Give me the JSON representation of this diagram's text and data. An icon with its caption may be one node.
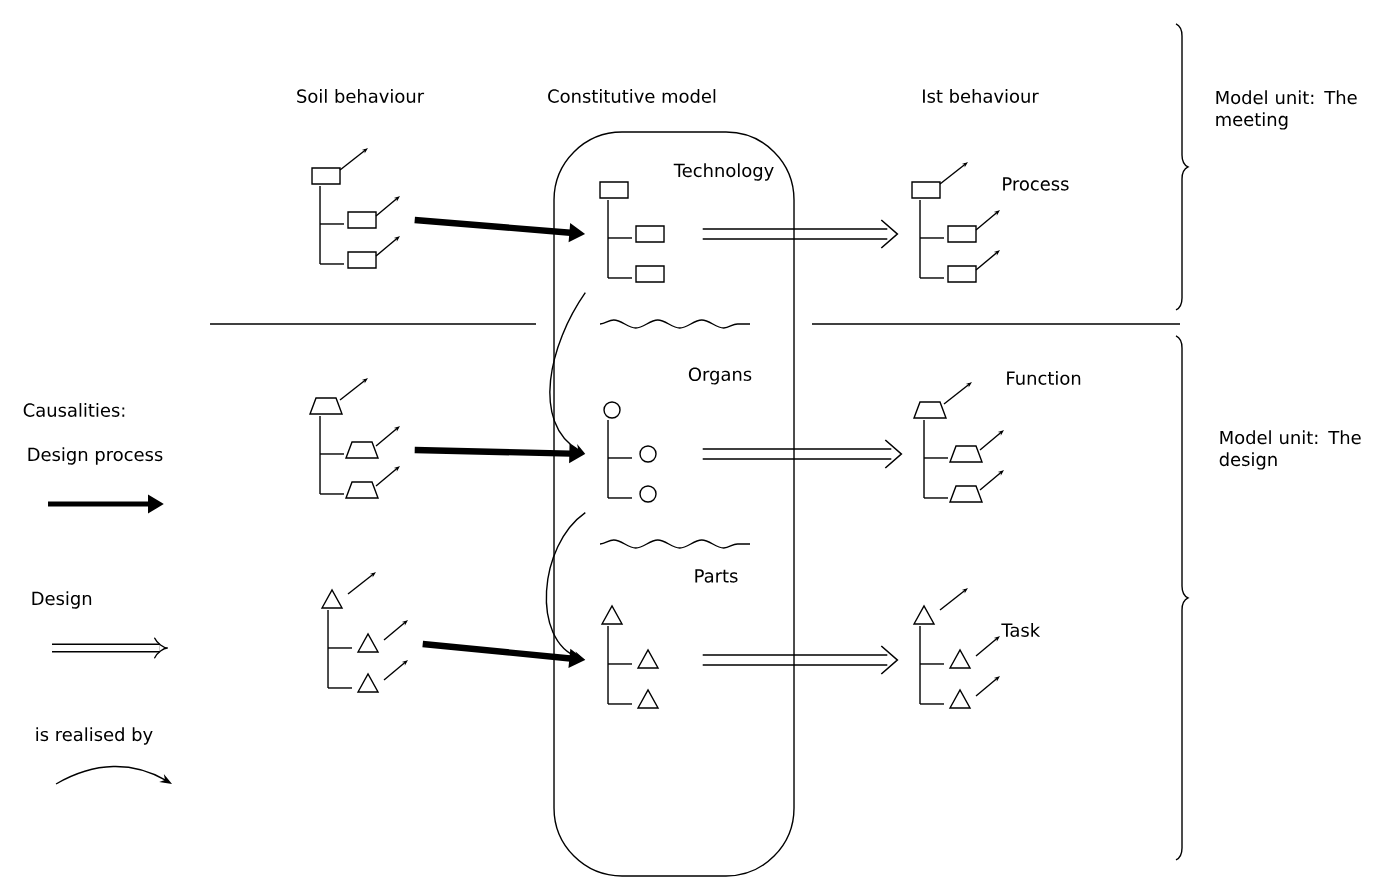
{
  "diagram": {
    "nodes": [
      {
        "text": [],
        "shape": "tree"
      },
      {
        "text": [],
        "shape": "tree"
      },
      {
        "text": [],
        "shape": "tree"
      },
      {
        "text": [
          "Constitutive model"
        ]
      },
      {
        "text": [
          "Technology"
        ],
        "in": 3
      },
      {
        "text": [
          "Organs"
        ],
        "in": 3
      },
      {
        "text": [
          "Parts"
        ],
        "in": 3
      },
      {
        "text": [],
        "shape": "tree",
        "beside": [
          "Process"
        ]
      },
      {
        "text": [],
        "shape": "tree",
        "beside": [
          "Function"
        ]
      },
      {
        "text": [],
        "shape": "tree",
        "beside": [
          "Task"
        ]
      }
    ],
    "edges": [
      {
        "from": 0,
        "to": 4,
        "arrow": "to",
        "style": "thick"
      },
      {
        "from": 1,
        "to": 5,
        "arrow": "to",
        "style": "thick"
      },
      {
        "from": 2,
        "to": 6,
        "arrow": "to",
        "style": "thick"
      },
      {
        "from": 4,
        "to": 7,
        "arrow": "to"
      },
      {
        "from": 5,
        "to": 8,
        "arrow": "to"
      },
      {
        "from": 6,
        "to": 9,
        "arrow": "to"
      },
      {
        "from": 4,
        "to": 5,
        "arrow": "to"
      },
      {
        "from": 5,
        "to": 6,
        "arrow": "to"
      }
    ],
    "labels": [
      "Soil behaviour",
      "Ist behaviour",
      "Model unit: The meeting",
      "Causalities:",
      "Model unit: The design"
    ],
    "legend": [
      {
        "text": "Design process"
      },
      {
        "text": "Design"
      },
      {
        "text": "is realised by"
      }
    ]
  }
}
